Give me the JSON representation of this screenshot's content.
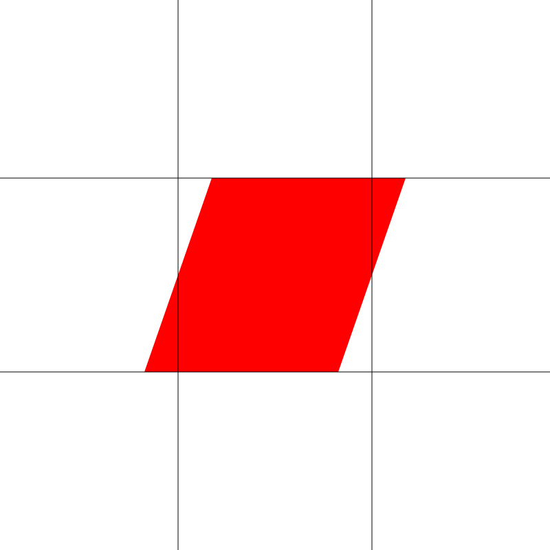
{
  "colors": {
    "background": "#ffffff",
    "grid_line": "#000000",
    "shape_fill": "#ff0000"
  },
  "shape": {
    "kind": "parallelogram"
  },
  "grid": {
    "vertical_lines": 2,
    "horizontal_lines": 2
  }
}
